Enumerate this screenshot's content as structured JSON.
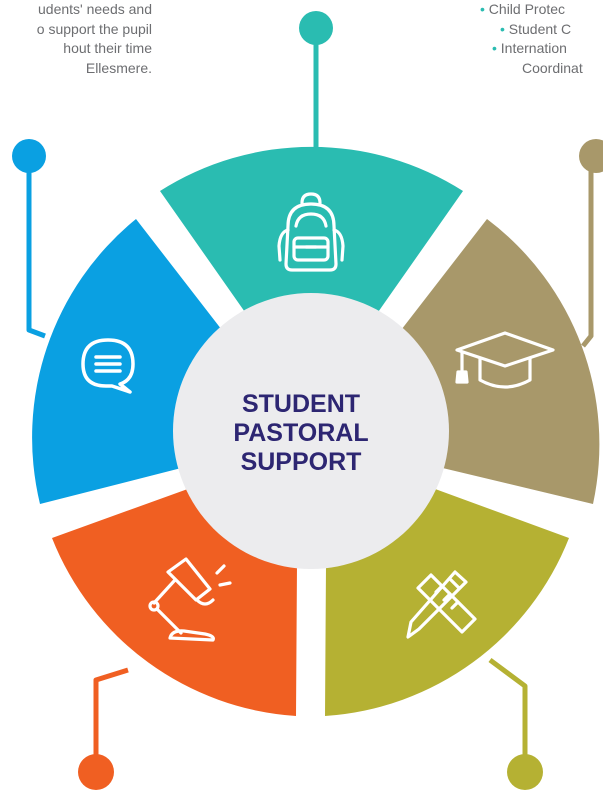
{
  "left_text": {
    "lines": [
      "udents' needs and",
      "o support the pupil",
      "hout their time",
      "Ellesmere."
    ]
  },
  "right_text": {
    "lines": [
      {
        "bullet": "•",
        "text": "Child Protec"
      },
      {
        "bullet": "•",
        "text": "Student C"
      },
      {
        "bullet": "•",
        "text": "Internation"
      },
      {
        "bullet": "",
        "text": "Coordinat"
      }
    ]
  },
  "center": {
    "title_lines": [
      "STUDENT",
      "PASTORAL",
      "SUPPORT"
    ]
  },
  "segments": [
    {
      "name": "backpack",
      "icon": "backpack-icon",
      "color": "#2abcb1"
    },
    {
      "name": "graduation",
      "icon": "graduation-cap-icon",
      "color": "#a8986a"
    },
    {
      "name": "ruler-pencil",
      "icon": "ruler-pencil-icon",
      "color": "#b5b133"
    },
    {
      "name": "desk-lamp",
      "icon": "desk-lamp-icon",
      "color": "#f05f22"
    },
    {
      "name": "speech-bubble",
      "icon": "speech-bubble-icon",
      "color": "#0aa0e2"
    }
  ],
  "colors": {
    "title": "#2d2672",
    "center_fill": "#ececee",
    "body_text": "#6d6e71"
  }
}
